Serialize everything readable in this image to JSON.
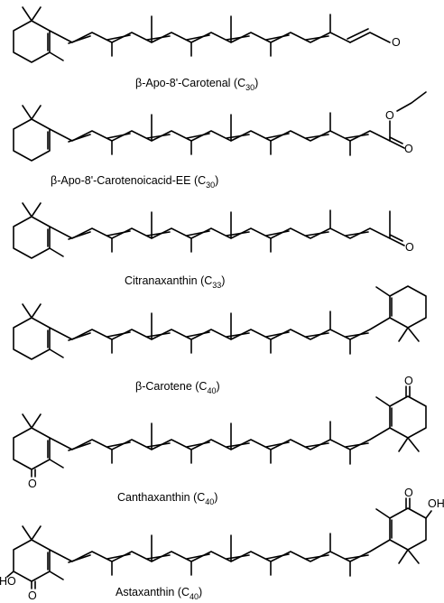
{
  "compounds": [
    {
      "name": "β-Apo-8'-Carotenal (C",
      "sub": "30",
      "close": ")",
      "left_ring": "plain",
      "right_end": "aldehyde"
    },
    {
      "name": "β-Apo-8'-Carotenoicacid-EE (C",
      "sub": "30",
      "close": ")",
      "left_ring": "plain",
      "right_end": "ethyl-ester"
    },
    {
      "name": "Citranaxanthin (C",
      "sub": "33",
      "close": ")",
      "left_ring": "plain",
      "right_end": "methyl-ketone"
    },
    {
      "name": "β-Carotene (C",
      "sub": "40",
      "close": ")",
      "left_ring": "plain",
      "right_end": "ring"
    },
    {
      "name": "Canthaxanthin (C",
      "sub": "40",
      "close": ")",
      "left_ring": "keto",
      "right_end": "keto-ring"
    },
    {
      "name": "Astaxanthin (C",
      "sub": "40",
      "close": ")",
      "left_ring": "hydroxy-keto",
      "right_end": "hydroxy-keto-ring"
    }
  ],
  "atoms": {
    "oxygen": "O",
    "hydroxyl": "OH",
    "hydroxyl_left": "HO"
  }
}
